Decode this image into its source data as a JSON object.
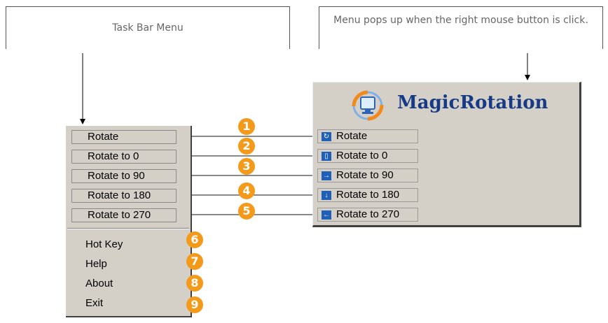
{
  "callouts": {
    "left": "Task Bar Menu",
    "right": "Menu pops up when the right mouse button is click."
  },
  "taskbar_menu": {
    "rotate_items": [
      "Rotate",
      "Rotate to 0",
      "Rotate to 90",
      "Rotate to 180",
      "Rotate to 270"
    ],
    "other_items": [
      "Hot Key",
      "Help",
      "About",
      "Exit"
    ]
  },
  "popup_menu": {
    "title": "MagicRotation",
    "items": [
      "Rotate",
      "Rotate to 0",
      "Rotate to 90",
      "Rotate to 180",
      "Rotate to 270"
    ]
  },
  "badges": [
    "1",
    "2",
    "3",
    "4",
    "5",
    "6",
    "7",
    "8",
    "9"
  ],
  "colors": {
    "badge": "#f39a1a",
    "menu_bg": "#d4d0c8",
    "title": "#163a86",
    "icon": "#1f5fb8"
  }
}
